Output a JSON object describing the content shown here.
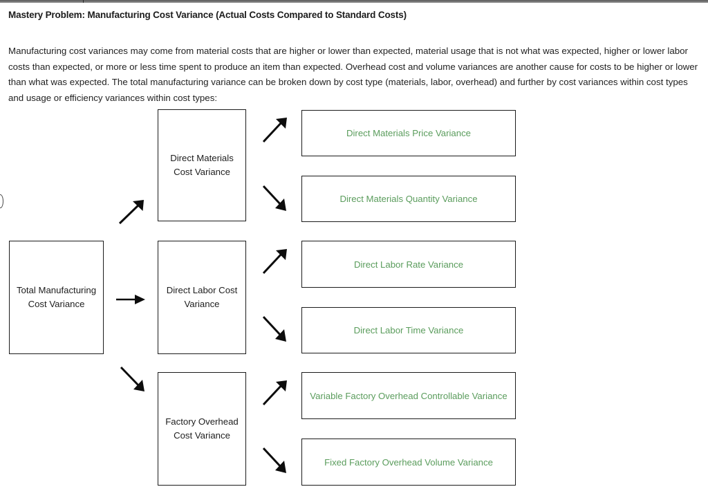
{
  "page": {
    "heading": "Mastery Problem: Manufacturing Cost Variance (Actual Costs Compared to Standard Costs)",
    "intro": "Manufacturing cost variances may come from material costs that are higher or lower than expected, material usage that is not what was expected, higher or lower labor costs than expected, or more or less time spent to produce an item than expected. Overhead cost and volume variances are another cause for costs to be higher or lower than what was expected. The total manufacturing variance can be broken down by cost type (materials, labor, overhead) and further by cost variances within cost types and usage or efficiency variances within cost types:"
  },
  "colors": {
    "green_text": "#5a9c5c",
    "box_border": "#1a1a1a",
    "body_text": "#1f1f1f",
    "top_bar": "#707070"
  },
  "diagram": {
    "root": {
      "label": "Total Manufacturing Cost Variance"
    },
    "level2": [
      {
        "id": "materials",
        "label": "Direct Materials Cost Variance"
      },
      {
        "id": "labor",
        "label": "Direct Labor Cost Variance"
      },
      {
        "id": "overhead",
        "label": "Factory Overhead Cost Variance"
      }
    ],
    "level3": [
      {
        "id": "dm-price",
        "parent": "materials",
        "label": "Direct Materials Price Variance"
      },
      {
        "id": "dm-quantity",
        "parent": "materials",
        "label": "Direct Materials Quantity Variance"
      },
      {
        "id": "dl-rate",
        "parent": "labor",
        "label": "Direct Labor Rate Variance"
      },
      {
        "id": "dl-time",
        "parent": "labor",
        "label": "Direct Labor Time Variance"
      },
      {
        "id": "vfoh",
        "parent": "overhead",
        "label": "Variable Factory Overhead Controllable Variance"
      },
      {
        "id": "ffoh",
        "parent": "overhead",
        "label": "Fixed Factory Overhead Volume Variance"
      }
    ],
    "arrows": [
      {
        "id": "total-materials",
        "direction": "up-right",
        "from": "root",
        "to": "materials"
      },
      {
        "id": "total-labor",
        "direction": "right",
        "from": "root",
        "to": "labor"
      },
      {
        "id": "total-overhead",
        "direction": "down-right",
        "from": "root",
        "to": "overhead"
      },
      {
        "id": "mat-price",
        "direction": "up-right",
        "from": "materials",
        "to": "dm-price"
      },
      {
        "id": "mat-qty",
        "direction": "down-right",
        "from": "materials",
        "to": "dm-quantity"
      },
      {
        "id": "lab-rate",
        "direction": "up-right",
        "from": "labor",
        "to": "dl-rate"
      },
      {
        "id": "lab-time",
        "direction": "down-right",
        "from": "labor",
        "to": "dl-time"
      },
      {
        "id": "ovh-var",
        "direction": "up-right",
        "from": "overhead",
        "to": "vfoh"
      },
      {
        "id": "ovh-fixed",
        "direction": "down-right",
        "from": "overhead",
        "to": "ffoh"
      }
    ]
  }
}
